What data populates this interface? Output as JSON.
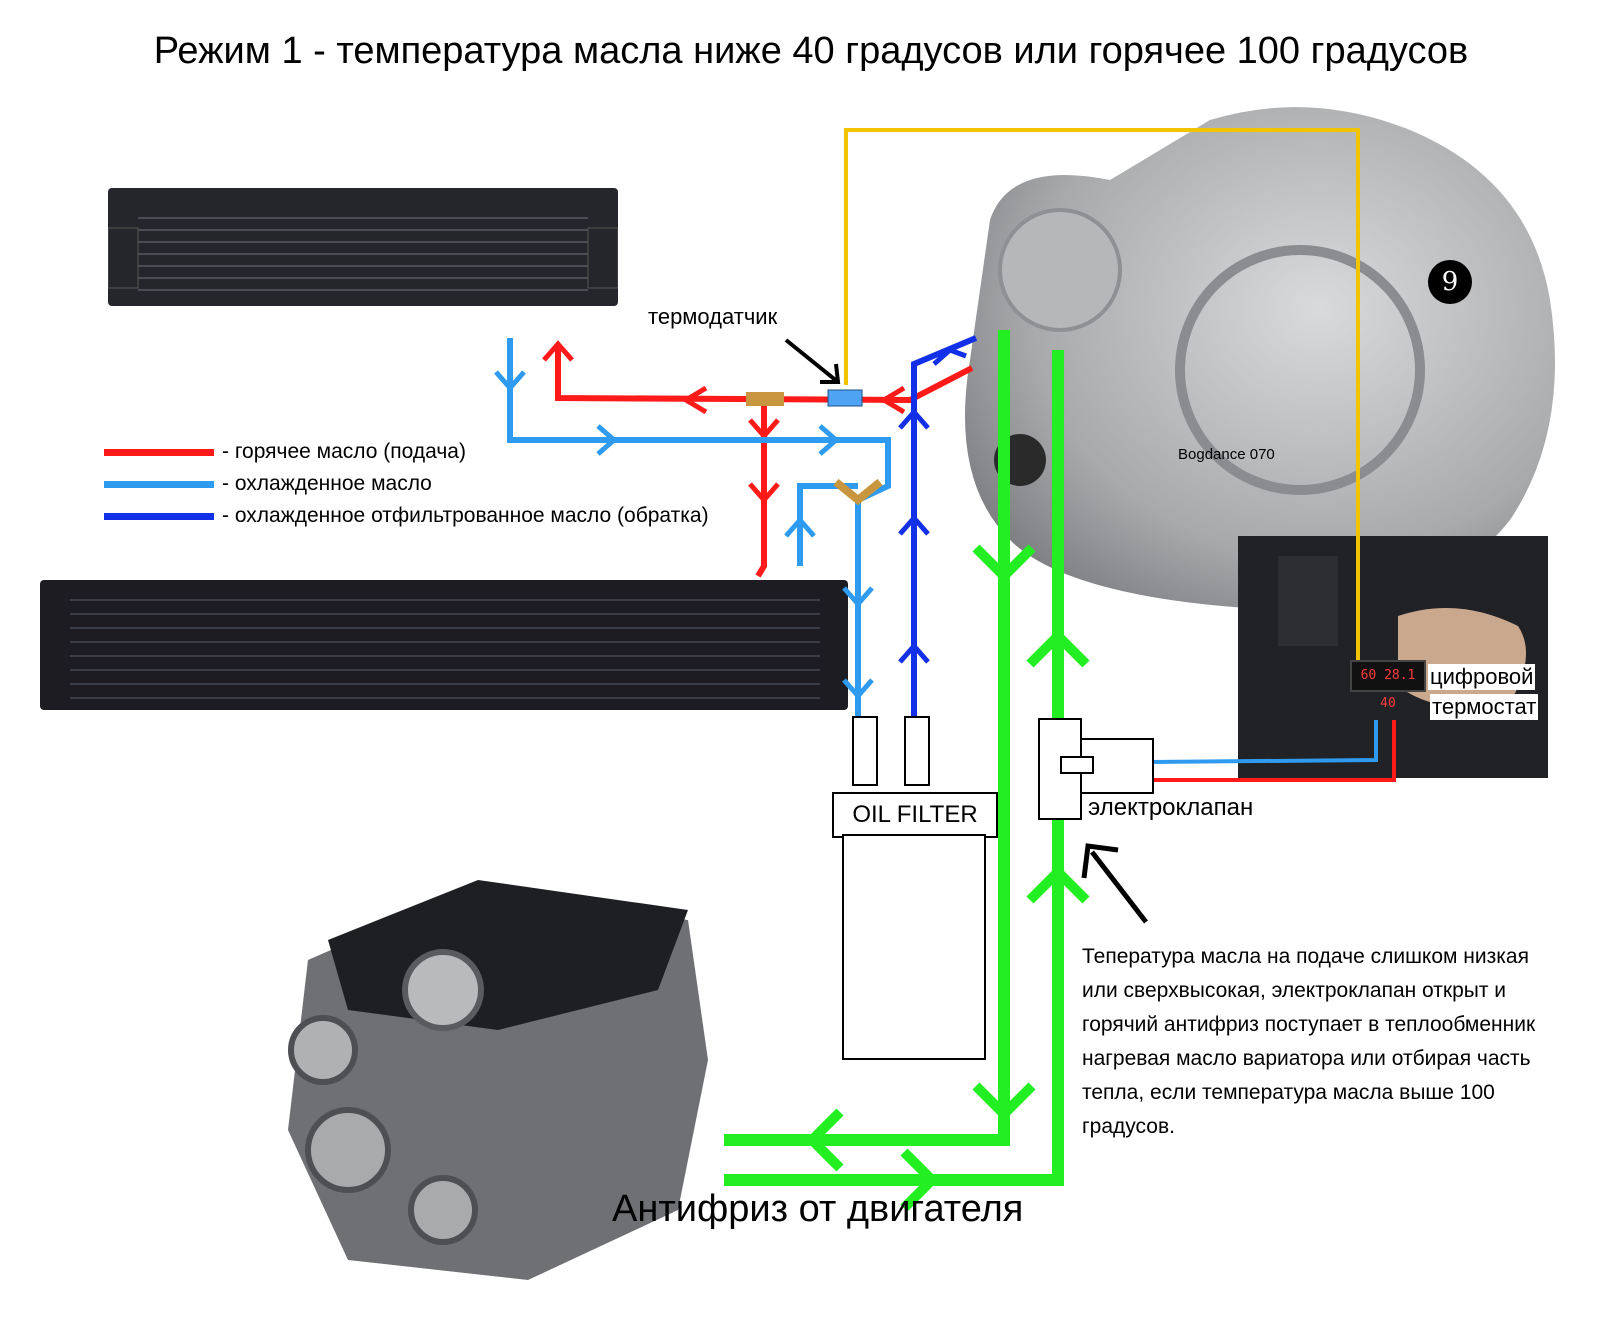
{
  "title": "Режим 1 - температура масла ниже 40 градусов или горячее 100 градусов",
  "labels": {
    "thermo_sensor": "термодатчик",
    "digital_thermostat_line1": "цифровой",
    "digital_thermostat_line2": "термостат",
    "solenoid_valve": "электроклапан",
    "oil_filter": "OIL FILTER",
    "transmission_brand": "Bogdance 070",
    "transmission_badge": "9",
    "thermostat_display": "60 28.1 40",
    "antifreeze_from_engine": "Антифриз от двигателя"
  },
  "legend": [
    {
      "color": "#ff1a1a",
      "text": "- горячее масло (подача)"
    },
    {
      "color": "#2f9bf0",
      "text": "- охлажденное масло"
    },
    {
      "color": "#1230e8",
      "text": "- охлажденное отфильтрованное масло (обратка)"
    }
  ],
  "description_lines": [
    "Тепература масла на подаче слишком низкая",
    "или сверхвысокая, электроклапан открыт и",
    "горячий антифриз поступает в теплообменник",
    "нагревая масло вариатора или отбирая часть",
    "тепла, если температура масла выше 100",
    "градусов."
  ],
  "colors": {
    "hot_oil": "#ff1a1a",
    "cooled_oil": "#2f9bf0",
    "filtered_oil": "#1230e8",
    "antifreeze": "#22ee22",
    "sensor_wire": "#f2c400"
  }
}
